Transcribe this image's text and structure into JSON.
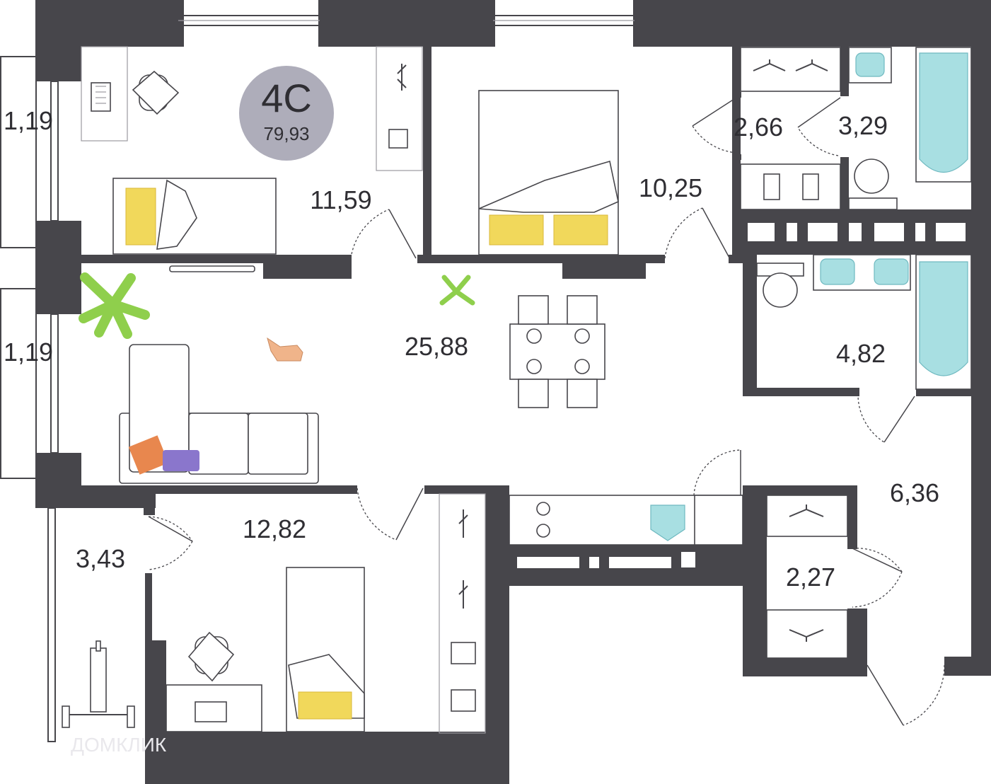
{
  "badge": {
    "type": "4С",
    "total": "79,93",
    "color": "#aeadba"
  },
  "areas": {
    "bedroom_top_left": "11,59",
    "bedroom_top": "10,25",
    "wardrobe_top": "2,66",
    "bath_top": "3,29",
    "living": "25,88",
    "bath_mid": "4,82",
    "hall": "6,36",
    "bedroom_bottom": "12,82",
    "loggia_bottom": "3,43",
    "wardrobe_bottom": "2,27",
    "balcony_top": "1,19",
    "balcony_mid": "1,19"
  },
  "watermark": "ДОМКЛИК",
  "colors": {
    "wall": "#47464b",
    "water": "#a8dfe2",
    "pillow": "#f1d85b",
    "plant": "#8fcf4c",
    "dog": "#f0b48a",
    "cushion_orange": "#e8874e",
    "cushion_purple": "#8a76cc"
  },
  "icons": [
    "computer-icon",
    "chair-icon",
    "bed-icon",
    "plant-icon",
    "dog-icon",
    "sofa-icon",
    "dining-table-icon",
    "hanger-icon",
    "toilet-icon",
    "bathtub-icon",
    "sink-icon",
    "stove-icon",
    "exercise-machine-icon"
  ]
}
